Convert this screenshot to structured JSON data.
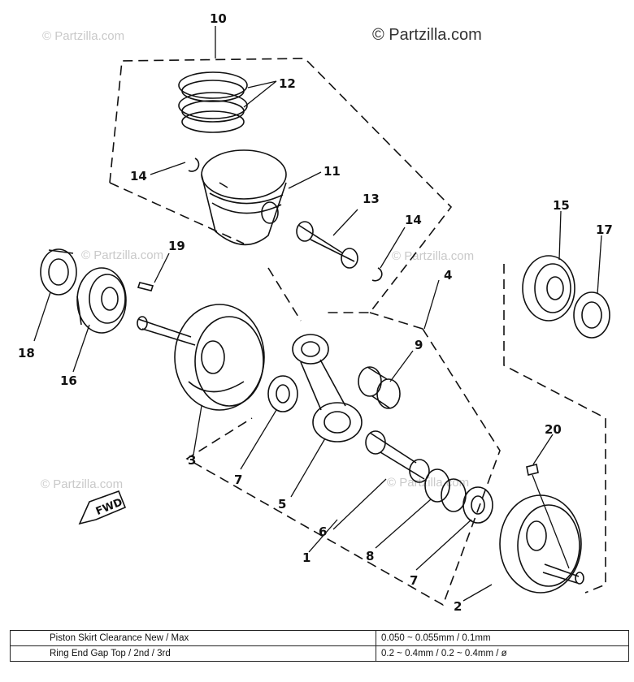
{
  "watermarks": {
    "main": "© Partzilla.com",
    "faint": "© Partzilla.com"
  },
  "callouts": {
    "c1": "1",
    "c2": "2",
    "c3": "3",
    "c4": "4",
    "c5": "5",
    "c6": "6",
    "c7a": "7",
    "c7b": "7",
    "c8": "8",
    "c9": "9",
    "c10": "10",
    "c11": "11",
    "c12": "12",
    "c13": "13",
    "c14a": "14",
    "c14b": "14",
    "c15": "15",
    "c16": "16",
    "c17": "17",
    "c18": "18",
    "c19": "19",
    "c20": "20"
  },
  "fwd_label": "FWD",
  "spec_table": {
    "rows": [
      {
        "name": "Piston Skirt Clearance New / Max",
        "value": "0.050 ~ 0.055mm / 0.1mm"
      },
      {
        "name": "Ring End Gap Top / 2nd / 3rd",
        "value": "0.2 ~ 0.4mm / 0.2 ~ 0.4mm / ø"
      }
    ]
  }
}
